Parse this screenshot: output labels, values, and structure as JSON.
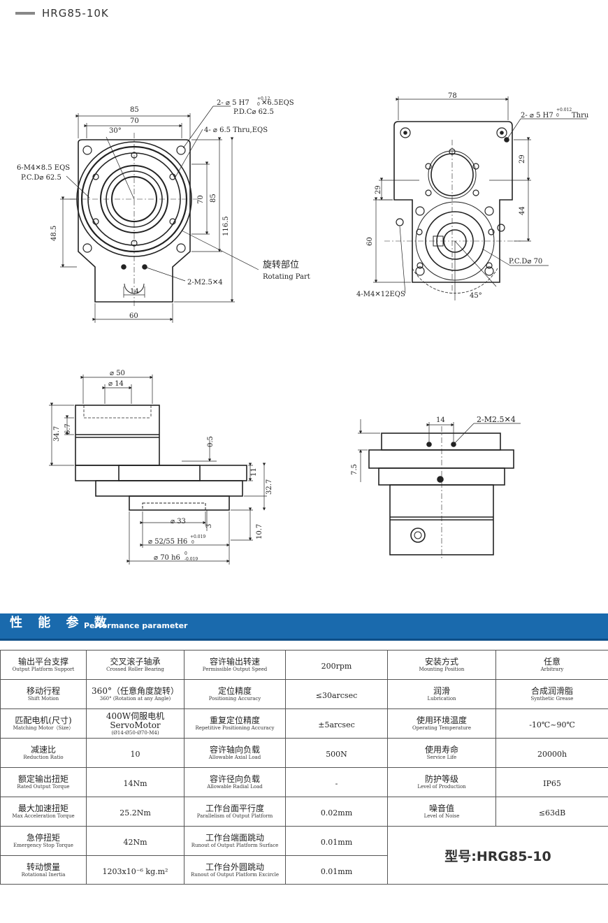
{
  "header": {
    "title": "HRG85-10K"
  },
  "drawing": {
    "view1": {
      "dims": [
        "85",
        "70",
        "30°",
        "48.5",
        "70",
        "85",
        "116.5",
        "14",
        "60"
      ],
      "callouts": [
        "2- ⌀ 5 H7",
        "+0.12",
        "0",
        "✕6.5EQS",
        "P.D.C⌀ 62.5",
        "4- ⌀ 6.5 Thru,EQS",
        "6-M4✕8.5 EQS",
        "P.C.D⌀ 62.5",
        "旋转部位",
        "Rotating Part",
        "2-M2.5✕4"
      ]
    },
    "view2": {
      "dims": [
        "78",
        "29",
        "29",
        "44",
        "60",
        "45°"
      ],
      "callouts": [
        "2- ⌀ 5 H7",
        "+0.012",
        "0",
        "Thru",
        "P.C.D⌀ 70",
        "4-M4✕12EQS"
      ]
    },
    "view3": {
      "dims": [
        "⌀ 50",
        "⌀ 14",
        "34.7",
        "6.7",
        "0.5",
        "11",
        "32.7",
        "⌀ 33",
        "3",
        "10.7",
        "⌀ 52/55 H6",
        "+0.019",
        "0",
        "⌀ 70 h6",
        "0",
        "-0.019"
      ]
    },
    "view4": {
      "dims": [
        "14",
        "2-M2.5✕4",
        "7.5"
      ]
    }
  },
  "section": {
    "title_zh": "性 能 参 数",
    "title_en": "Performance parameter"
  },
  "table": {
    "rows": [
      [
        {
          "zh": "输出平台支撑",
          "en": "Output Platform Support"
        },
        {
          "zh": "交叉滚子轴承",
          "en": "Crossed Roller Bearing"
        },
        {
          "zh": "容许输出转速",
          "en": "Permissible Output Speed"
        },
        {
          "v": "200rpm"
        },
        {
          "zh": "安装方式",
          "en": "Mounting Position"
        },
        {
          "zh": "任意",
          "en": "Arbitrary"
        }
      ],
      [
        {
          "zh": "移动行程",
          "en": "Shift Motion"
        },
        {
          "zh": "360°（任意角度旋转）",
          "en": "360°  (Rotation at any Angle)"
        },
        {
          "zh": "定位精度",
          "en": "Positioning Accuracy"
        },
        {
          "v": "≤30arcsec"
        },
        {
          "zh": "润滑",
          "en": "Lubrication"
        },
        {
          "zh": "合成润滑脂",
          "en": "Synthetic Grease"
        }
      ],
      [
        {
          "zh": "匹配电机(尺寸)",
          "en": "Matching Motor（Size）"
        },
        {
          "zh": "400W伺服电机 ServoMotor",
          "en": "(Ø14-Ø50-Ø70-M4)"
        },
        {
          "zh": "重复定位精度",
          "en": "Repetitive Positioning Accuracy"
        },
        {
          "v": "±5arcsec"
        },
        {
          "zh": "使用环境温度",
          "en": "Operating Temperature"
        },
        {
          "v": "-10℃~90℃"
        }
      ],
      [
        {
          "zh": "减速比",
          "en": "Reduction Ratio"
        },
        {
          "v": "10"
        },
        {
          "zh": "容许轴向负载",
          "en": "Allowable Axial Load"
        },
        {
          "v": "500N"
        },
        {
          "zh": "使用寿命",
          "en": "Service Life"
        },
        {
          "v": "20000h"
        }
      ],
      [
        {
          "zh": "额定输出扭矩",
          "en": "Rated Output Torque"
        },
        {
          "v": "14Nm"
        },
        {
          "zh": "容许径向负载",
          "en": "Allowable Radial Load"
        },
        {
          "v": "-"
        },
        {
          "zh": "防护等级",
          "en": "Level of Production"
        },
        {
          "v": "IP65"
        }
      ],
      [
        {
          "zh": "最大加速扭矩",
          "en": "Max Acceleration Torque"
        },
        {
          "v": "25.2Nm"
        },
        {
          "zh": "工作台面平行度",
          "en": "Parallelism of Output Platform"
        },
        {
          "v": "0.02mm"
        },
        {
          "zh": "噪音值",
          "en": "Level of Noise"
        },
        {
          "v": "≤63dB"
        }
      ],
      [
        {
          "zh": "急停扭矩",
          "en": "Emergency Stop Torque"
        },
        {
          "v": "42Nm"
        },
        {
          "zh": "工作台端面跳动",
          "en": "Runout of Output Platform Surface"
        },
        {
          "v": "0.01mm"
        }
      ],
      [
        {
          "zh": "转动惯量",
          "en": "Rotational Inertia"
        },
        {
          "v": "1203x10⁻⁶ kg.m²"
        },
        {
          "zh": "工作台外圆跳动",
          "en": "Runout of Output Platform Excircle"
        },
        {
          "v": "0.01mm"
        }
      ]
    ],
    "model_label": "型号:HRG85-10"
  }
}
